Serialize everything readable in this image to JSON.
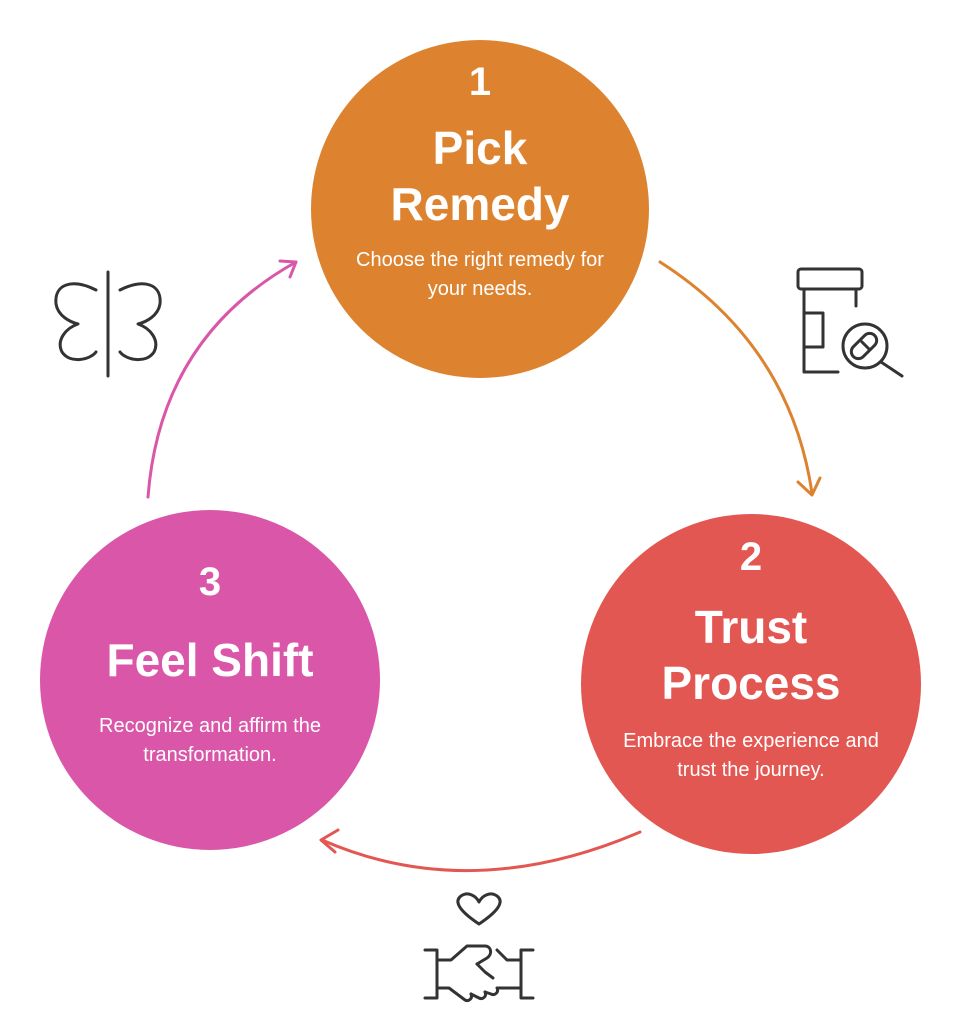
{
  "steps": [
    {
      "number": "1",
      "title": "Pick Remedy",
      "description": "Choose the right remedy for your needs.",
      "color": "#DD8330"
    },
    {
      "number": "2",
      "title": "Trust Process",
      "description": "Embrace the experience and trust the journey.",
      "color": "#E35752"
    },
    {
      "number": "3",
      "title": "Feel Shift",
      "description": "Recognize and affirm the transformation.",
      "color": "#DA56A9"
    }
  ],
  "icons": [
    "pill-bottle-search-icon",
    "heart-handshake-icon",
    "butterfly-icon"
  ],
  "arrow_colors": [
    "#DD8330",
    "#E35752",
    "#DA56A9"
  ]
}
